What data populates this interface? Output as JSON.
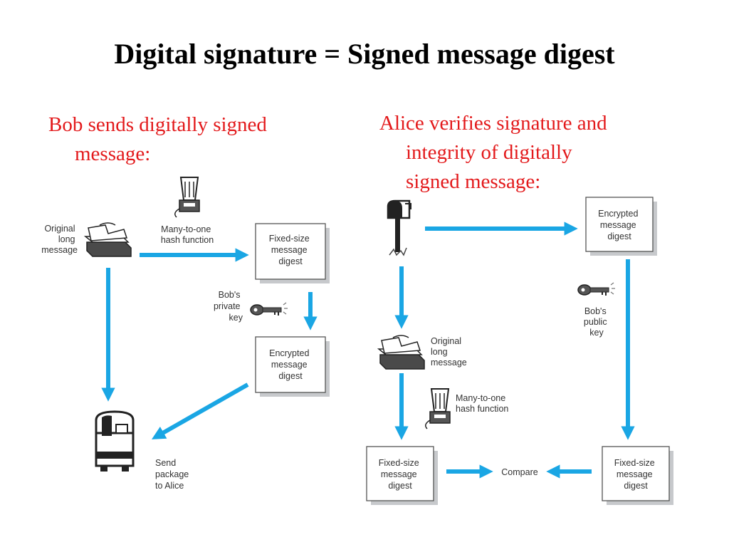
{
  "title": "Digital signature = Signed message digest",
  "bob_heading": {
    "line1": "Bob sends digitally signed",
    "line2": "message:"
  },
  "alice_heading": {
    "line1": "Alice verifies signature and",
    "line2": "integrity of digitally",
    "line3": "signed message:"
  },
  "bob": {
    "original_message": [
      "Original",
      "long",
      "message"
    ],
    "hash_function": [
      "Many-to-one",
      "hash function"
    ],
    "fixed_digest": [
      "Fixed-size",
      "message",
      "digest"
    ],
    "private_key": [
      "Bob's",
      "private",
      "key"
    ],
    "encrypted_digest": [
      "Encrypted",
      "message",
      "digest"
    ],
    "send": [
      "Send",
      "package",
      "to Alice"
    ]
  },
  "alice": {
    "encrypted_digest": [
      "Encrypted",
      "message",
      "digest"
    ],
    "public_key": [
      "Bob's",
      "public",
      "key"
    ],
    "original_message": [
      "Original",
      "long",
      "message"
    ],
    "hash_function": [
      "Many-to-one",
      "hash function"
    ],
    "fixed_digest_left": [
      "Fixed-size",
      "message",
      "digest"
    ],
    "compare": "Compare",
    "fixed_digest_right": [
      "Fixed-size",
      "message",
      "digest"
    ]
  },
  "colors": {
    "arrow": "#1aa6e4",
    "heading": "#e3191b",
    "box_shadow": "#c7c9cc",
    "label": "#333333"
  },
  "icons": [
    "blender-icon",
    "books-icon",
    "key-icon",
    "mailbox-icon",
    "open-mailbox-icon"
  ]
}
